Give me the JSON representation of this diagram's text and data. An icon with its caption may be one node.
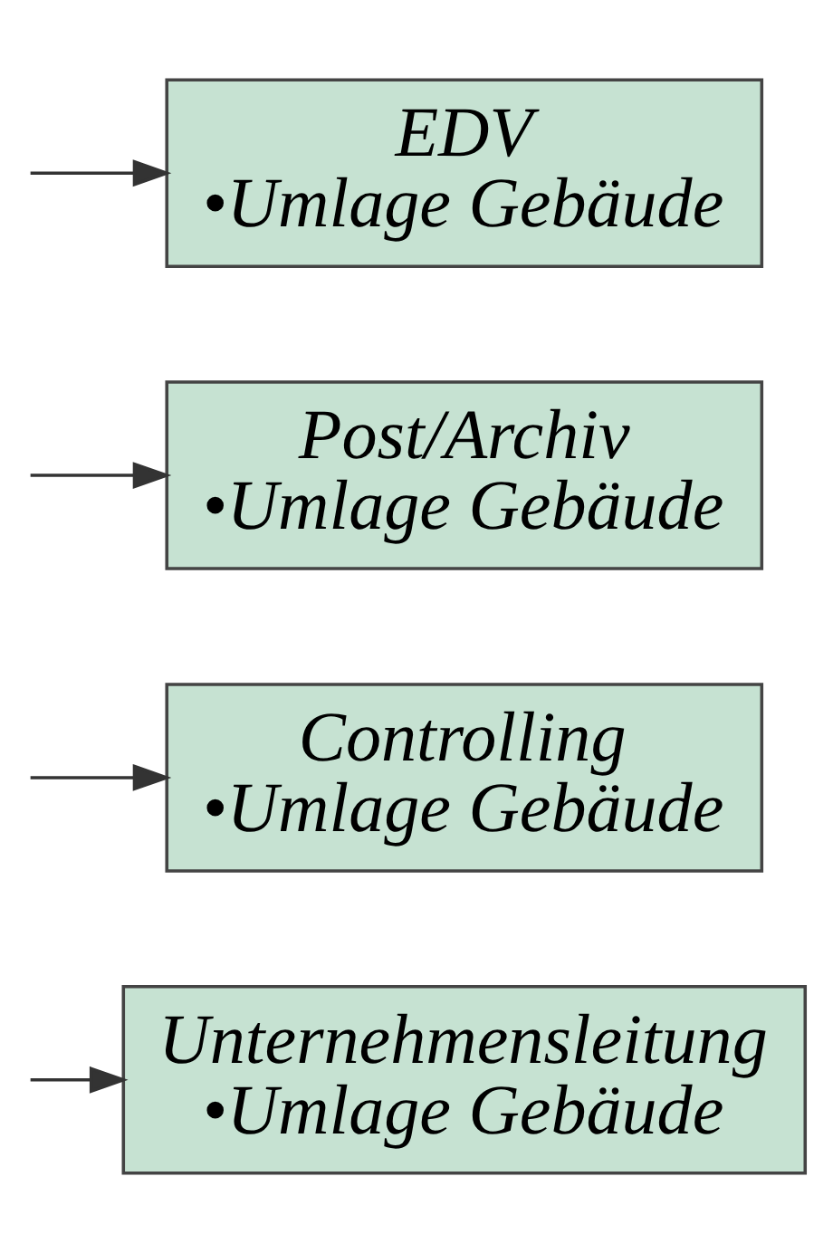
{
  "diagram": {
    "nodes": [
      {
        "text": [
          "Unternehmensleitung",
          "•Umlage Gebäude"
        ]
      },
      {
        "text": [
          "Controlling",
          "•Umlage Gebäude"
        ]
      },
      {
        "text": [
          "Post/Archiv",
          "•Umlage Gebäude"
        ]
      },
      {
        "text": [
          "EDV",
          "•Umlage Gebäude"
        ]
      }
    ],
    "edges": [
      {
        "from": null,
        "to": 0,
        "arrow": "to"
      },
      {
        "from": null,
        "to": 1,
        "arrow": "to"
      },
      {
        "from": null,
        "to": 2,
        "arrow": "to"
      },
      {
        "from": null,
        "to": 3,
        "arrow": "to"
      }
    ]
  }
}
